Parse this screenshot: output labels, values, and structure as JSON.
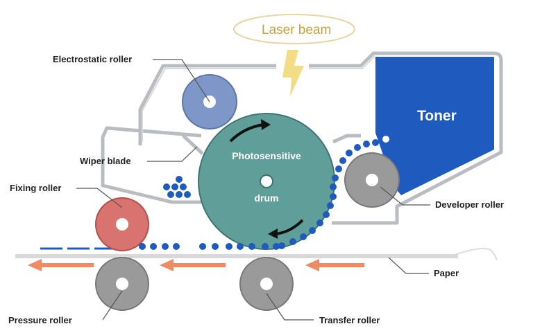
{
  "diagram": {
    "laser_label": "Laser beam",
    "toner_label": "Toner",
    "drum_label_line1": "Photosensitive",
    "drum_label_line2": "drum",
    "labels": {
      "electrostatic_roller": "Electrostatic roller",
      "wiper_blade": "Wiper blade",
      "fixing_roller": "Fixing roller",
      "developer_roller": "Developer roller",
      "paper": "Paper",
      "pressure_roller": "Pressure roller",
      "transfer_roller": "Transfer roller"
    }
  },
  "colors": {
    "housing": "#b9bcc0",
    "toner": "#1f5bbf",
    "drum": "#5f9e99",
    "electrostatic_roller": "#7f97c8",
    "fixing_roller": "#d9736f",
    "gray_roller": "#9a9a9a",
    "toner_particle": "#1f5bbf",
    "paper_arrow": "#ef8a62",
    "laser": "#f2dd86"
  }
}
